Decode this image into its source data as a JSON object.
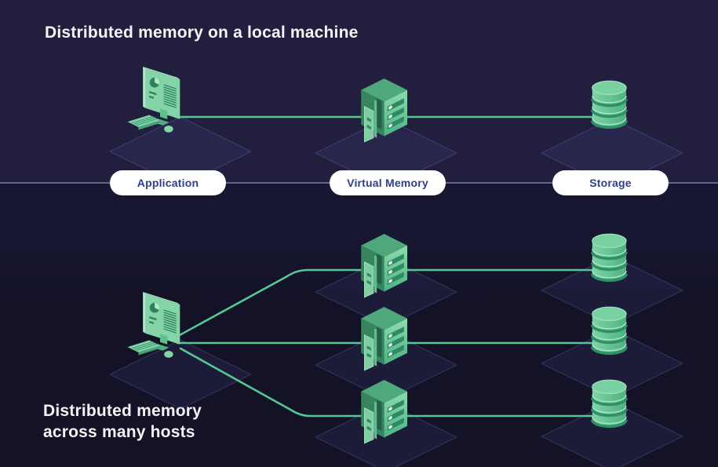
{
  "sections": {
    "local_machine": {
      "title": "Distributed memory on a local machine"
    },
    "many_hosts": {
      "title_line1": "Distributed memory",
      "title_line2": "across many hosts"
    }
  },
  "labels": {
    "application": "Application",
    "virtual_memory": "Virtual Memory",
    "storage": "Storage"
  },
  "icons": {
    "application": "desktop-computer-icon",
    "virtual_memory": "server-icon",
    "storage": "database-cylinder-icon"
  },
  "diagram": {
    "local_machine": {
      "nodes": [
        "Application",
        "Virtual Memory",
        "Storage"
      ],
      "connections": [
        [
          "Application",
          "Virtual Memory"
        ],
        [
          "Virtual Memory",
          "Storage"
        ]
      ]
    },
    "many_hosts": {
      "application_count": 1,
      "host_rows": 3,
      "each_row": [
        "Virtual Memory",
        "Storage"
      ],
      "connections": "application fans out to three virtual-memory servers, each wired to its own storage"
    }
  },
  "colors": {
    "top_background": "#221f3e",
    "bottom_background": "#131226",
    "accent_green_line": "#57c695",
    "icon_green_light": "#8edcae",
    "icon_green_dark": "#2e8a62",
    "pill_background": "#ffffff",
    "pill_text": "#2e3e8c",
    "divider_line": "#8f90ba",
    "title_text": "#f4f4f6"
  }
}
